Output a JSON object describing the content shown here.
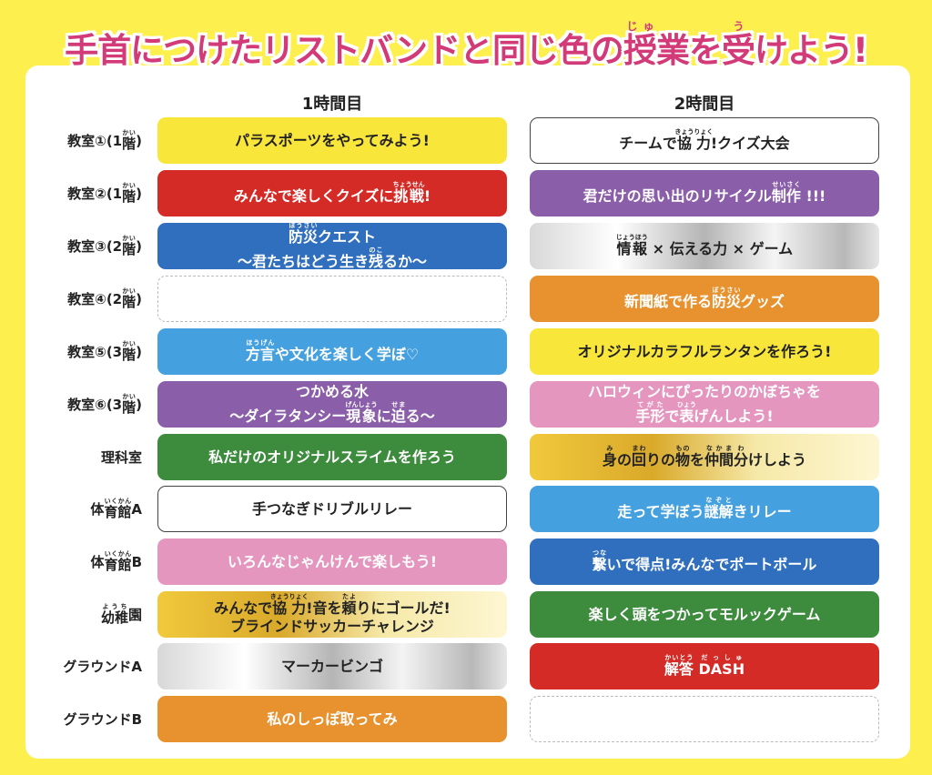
{
  "title": {
    "before": "手首につけたリストバンドと同じ色の",
    "ruby1": {
      "t": "授",
      "r": "じゅ"
    },
    "mid": "業を",
    "ruby2": {
      "t": "受",
      "r": "う"
    },
    "after": "けよう!"
  },
  "columns": {
    "period1": "1時間目",
    "period2": "2時間目"
  },
  "colors": {
    "background": "#fdf04e",
    "title": "#d23a78"
  },
  "rows": [
    {
      "label": [
        "教室①(1",
        {
          "t": "階",
          "r": "かい"
        },
        ")"
      ],
      "p1": {
        "style": "yellow",
        "lines": [
          [
            "パラスポーツをやってみよう!"
          ]
        ]
      },
      "p2": {
        "style": "white",
        "lines": [
          [
            "チームで",
            {
              "t": "協力",
              "r": "きょうりょく"
            },
            "!クイズ大会"
          ]
        ]
      }
    },
    {
      "label": [
        "教室②(1",
        {
          "t": "階",
          "r": "かい"
        },
        ")"
      ],
      "p1": {
        "style": "red",
        "lines": [
          [
            "みんなで楽しくクイズに",
            {
              "t": "挑戦",
              "r": "ちょうせん"
            },
            "!"
          ]
        ]
      },
      "p2": {
        "style": "purple",
        "lines": [
          [
            "君だけの思い出のリサイクル",
            {
              "t": "制作",
              "r": "せいさく"
            },
            " !!!"
          ]
        ]
      }
    },
    {
      "label": [
        "教室③(2",
        {
          "t": "階",
          "r": "かい"
        },
        ")"
      ],
      "p1": {
        "style": "blue",
        "lines": [
          [
            {
              "t": "防災",
              "r": "ぼうさい"
            },
            "クエスト"
          ],
          [
            "〜君たちはどう生き",
            {
              "t": "残",
              "r": "のこ"
            },
            "るか〜"
          ]
        ]
      },
      "p2": {
        "style": "silver",
        "lines": [
          [
            {
              "t": "情報",
              "r": "じょうほう"
            },
            " × 伝える力 × ゲーム"
          ]
        ]
      }
    },
    {
      "label": [
        "教室④(2",
        {
          "t": "階",
          "r": "かい"
        },
        ")"
      ],
      "p1": {
        "style": "empty",
        "lines": []
      },
      "p2": {
        "style": "orange",
        "lines": [
          [
            "新聞紙で作る",
            {
              "t": "防災",
              "r": "ぼうさい"
            },
            "グッズ"
          ]
        ]
      }
    },
    {
      "label": [
        "教室⑤(3",
        {
          "t": "階",
          "r": "かい"
        },
        ")"
      ],
      "p1": {
        "style": "lblue",
        "lines": [
          [
            {
              "t": "方言",
              "r": "ほうげん"
            },
            "や文化を楽しく学ぼ♡"
          ]
        ]
      },
      "p2": {
        "style": "yellow",
        "lines": [
          [
            "オリジナルカラフルランタンを作ろう!"
          ]
        ]
      }
    },
    {
      "label": [
        "教室⑥(3",
        {
          "t": "階",
          "r": "かい"
        },
        ")"
      ],
      "p1": {
        "style": "purple",
        "lines": [
          [
            "つかめる水"
          ],
          [
            "〜ダイラタンシー",
            {
              "t": "現象",
              "r": "げんしょう"
            },
            "に",
            {
              "t": "迫",
              "r": "せま"
            },
            "る〜"
          ]
        ]
      },
      "p2": {
        "style": "pink",
        "lines": [
          [
            "ハロウィンにぴったりのかぼちゃを"
          ],
          [
            {
              "t": "手形",
              "r": "てがた"
            },
            "で",
            {
              "t": "表",
              "r": "ひょう"
            },
            "げんしよう!"
          ]
        ]
      }
    },
    {
      "label": [
        "理科室"
      ],
      "p1": {
        "style": "green",
        "lines": [
          [
            "私だけのオリジナルスライムを作ろう"
          ]
        ]
      },
      "p2": {
        "style": "gold",
        "lines": [
          [
            {
              "t": "身",
              "r": "み"
            },
            "の",
            {
              "t": "回",
              "r": "まわ"
            },
            "りの",
            {
              "t": "物",
              "r": "もの"
            },
            "を",
            {
              "t": "仲間",
              "r": "なかま"
            },
            {
              "t": "分",
              "r": "わ"
            },
            "けしよう"
          ]
        ]
      }
    },
    {
      "label": [
        "体",
        {
          "t": "育館",
          "r": "いくかん"
        },
        "A"
      ],
      "p1": {
        "style": "white",
        "lines": [
          [
            "手つなぎドリブルリレー"
          ]
        ]
      },
      "p2": {
        "style": "lblue",
        "lines": [
          [
            "走って学ぼう",
            {
              "t": "謎解",
              "r": "なぞと"
            },
            "きリレー"
          ]
        ]
      }
    },
    {
      "label": [
        "体",
        {
          "t": "育館",
          "r": "いくかん"
        },
        "B"
      ],
      "p1": {
        "style": "pink",
        "lines": [
          [
            "いろんなじゃんけんで楽しもう!"
          ]
        ]
      },
      "p2": {
        "style": "blue",
        "lines": [
          [
            {
              "t": "繋",
              "r": "つな"
            },
            "いで得点!みんなでポートボール"
          ]
        ]
      }
    },
    {
      "label": [
        {
          "t": "幼稚",
          "r": "ようち"
        },
        "園"
      ],
      "p1": {
        "style": "gold",
        "lines": [
          [
            "みんなで",
            {
              "t": "協力",
              "r": "きょうりょく"
            },
            "!音を",
            {
              "t": "頼",
              "r": "たよ"
            },
            "りにゴールだ!"
          ],
          [
            "ブラインドサッカーチャレンジ"
          ]
        ]
      },
      "p2": {
        "style": "green",
        "lines": [
          [
            "楽しく頭をつかってモルックゲーム"
          ]
        ]
      }
    },
    {
      "label": [
        "グラウンドA"
      ],
      "p1": {
        "style": "silver",
        "lines": [
          [
            "マーカービンゴ"
          ]
        ]
      },
      "p2": {
        "style": "red",
        "lines": [
          [
            {
              "t": "解答",
              "r": "かいとう"
            },
            " ",
            {
              "t": "DASH",
              "r": "だっしゅ"
            }
          ]
        ]
      }
    },
    {
      "label": [
        "グラウンドB"
      ],
      "p1": {
        "style": "orange",
        "lines": [
          [
            "私のしっぽ取ってみ"
          ]
        ]
      },
      "p2": {
        "style": "empty",
        "lines": []
      }
    }
  ]
}
